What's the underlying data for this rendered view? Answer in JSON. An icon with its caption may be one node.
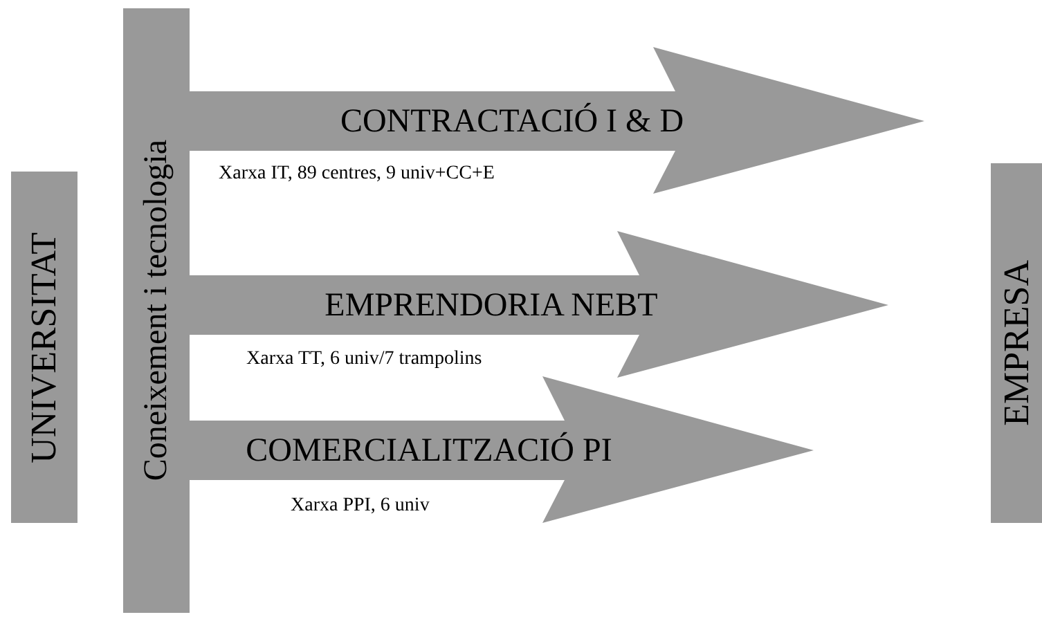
{
  "diagram": {
    "nodes": [
      {
        "text": [
          "UNIVERSITAT"
        ]
      },
      {
        "text": [
          "Coneixement i tecnologia"
        ]
      },
      {
        "text": [
          "EMPRESA"
        ]
      }
    ],
    "edges": [
      {
        "from": 1,
        "to": null,
        "arrow": "to",
        "style": "thick",
        "label": "CONTRACTACIÓ I & D"
      },
      {
        "from": 1,
        "to": null,
        "arrow": "to",
        "style": "thick",
        "label": "EMPRENDORIA NEBT"
      },
      {
        "from": 1,
        "to": null,
        "arrow": "to",
        "style": "thick",
        "label": "COMERCIALITZACIÓ PI"
      }
    ],
    "labels": [
      "Xarxa IT, 89 centres, 9 univ+CC+E",
      "Xarxa TT, 6 univ/7 trampolins",
      "Xarxa PPI, 6 univ"
    ]
  }
}
